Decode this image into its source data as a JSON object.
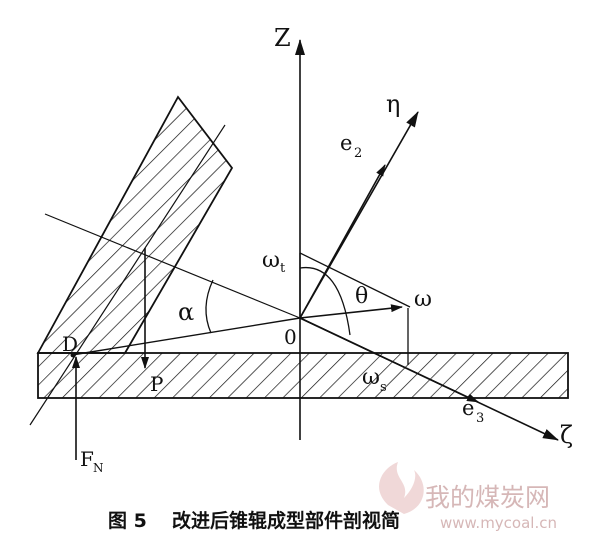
{
  "labels": {
    "z": "Z",
    "eta": "η",
    "zeta": "ζ",
    "e2": "e",
    "e2_sub": "2",
    "e3": "e",
    "e3_sub": "3",
    "omega_t": "ω",
    "omega_t_sub": "t",
    "omega": "ω",
    "omega_s": "ω",
    "omega_s_sub": "s",
    "theta": "θ",
    "alpha": "α",
    "origin": "0",
    "d": "D",
    "p": "P",
    "fn": "F",
    "fn_sub": "N"
  },
  "caption": {
    "figure_no": "图 5",
    "text": "改进后锥辊成型部件剖视简"
  },
  "watermark": {
    "text_cn": "我的煤炭网",
    "url": "www.mycoal.cn"
  }
}
